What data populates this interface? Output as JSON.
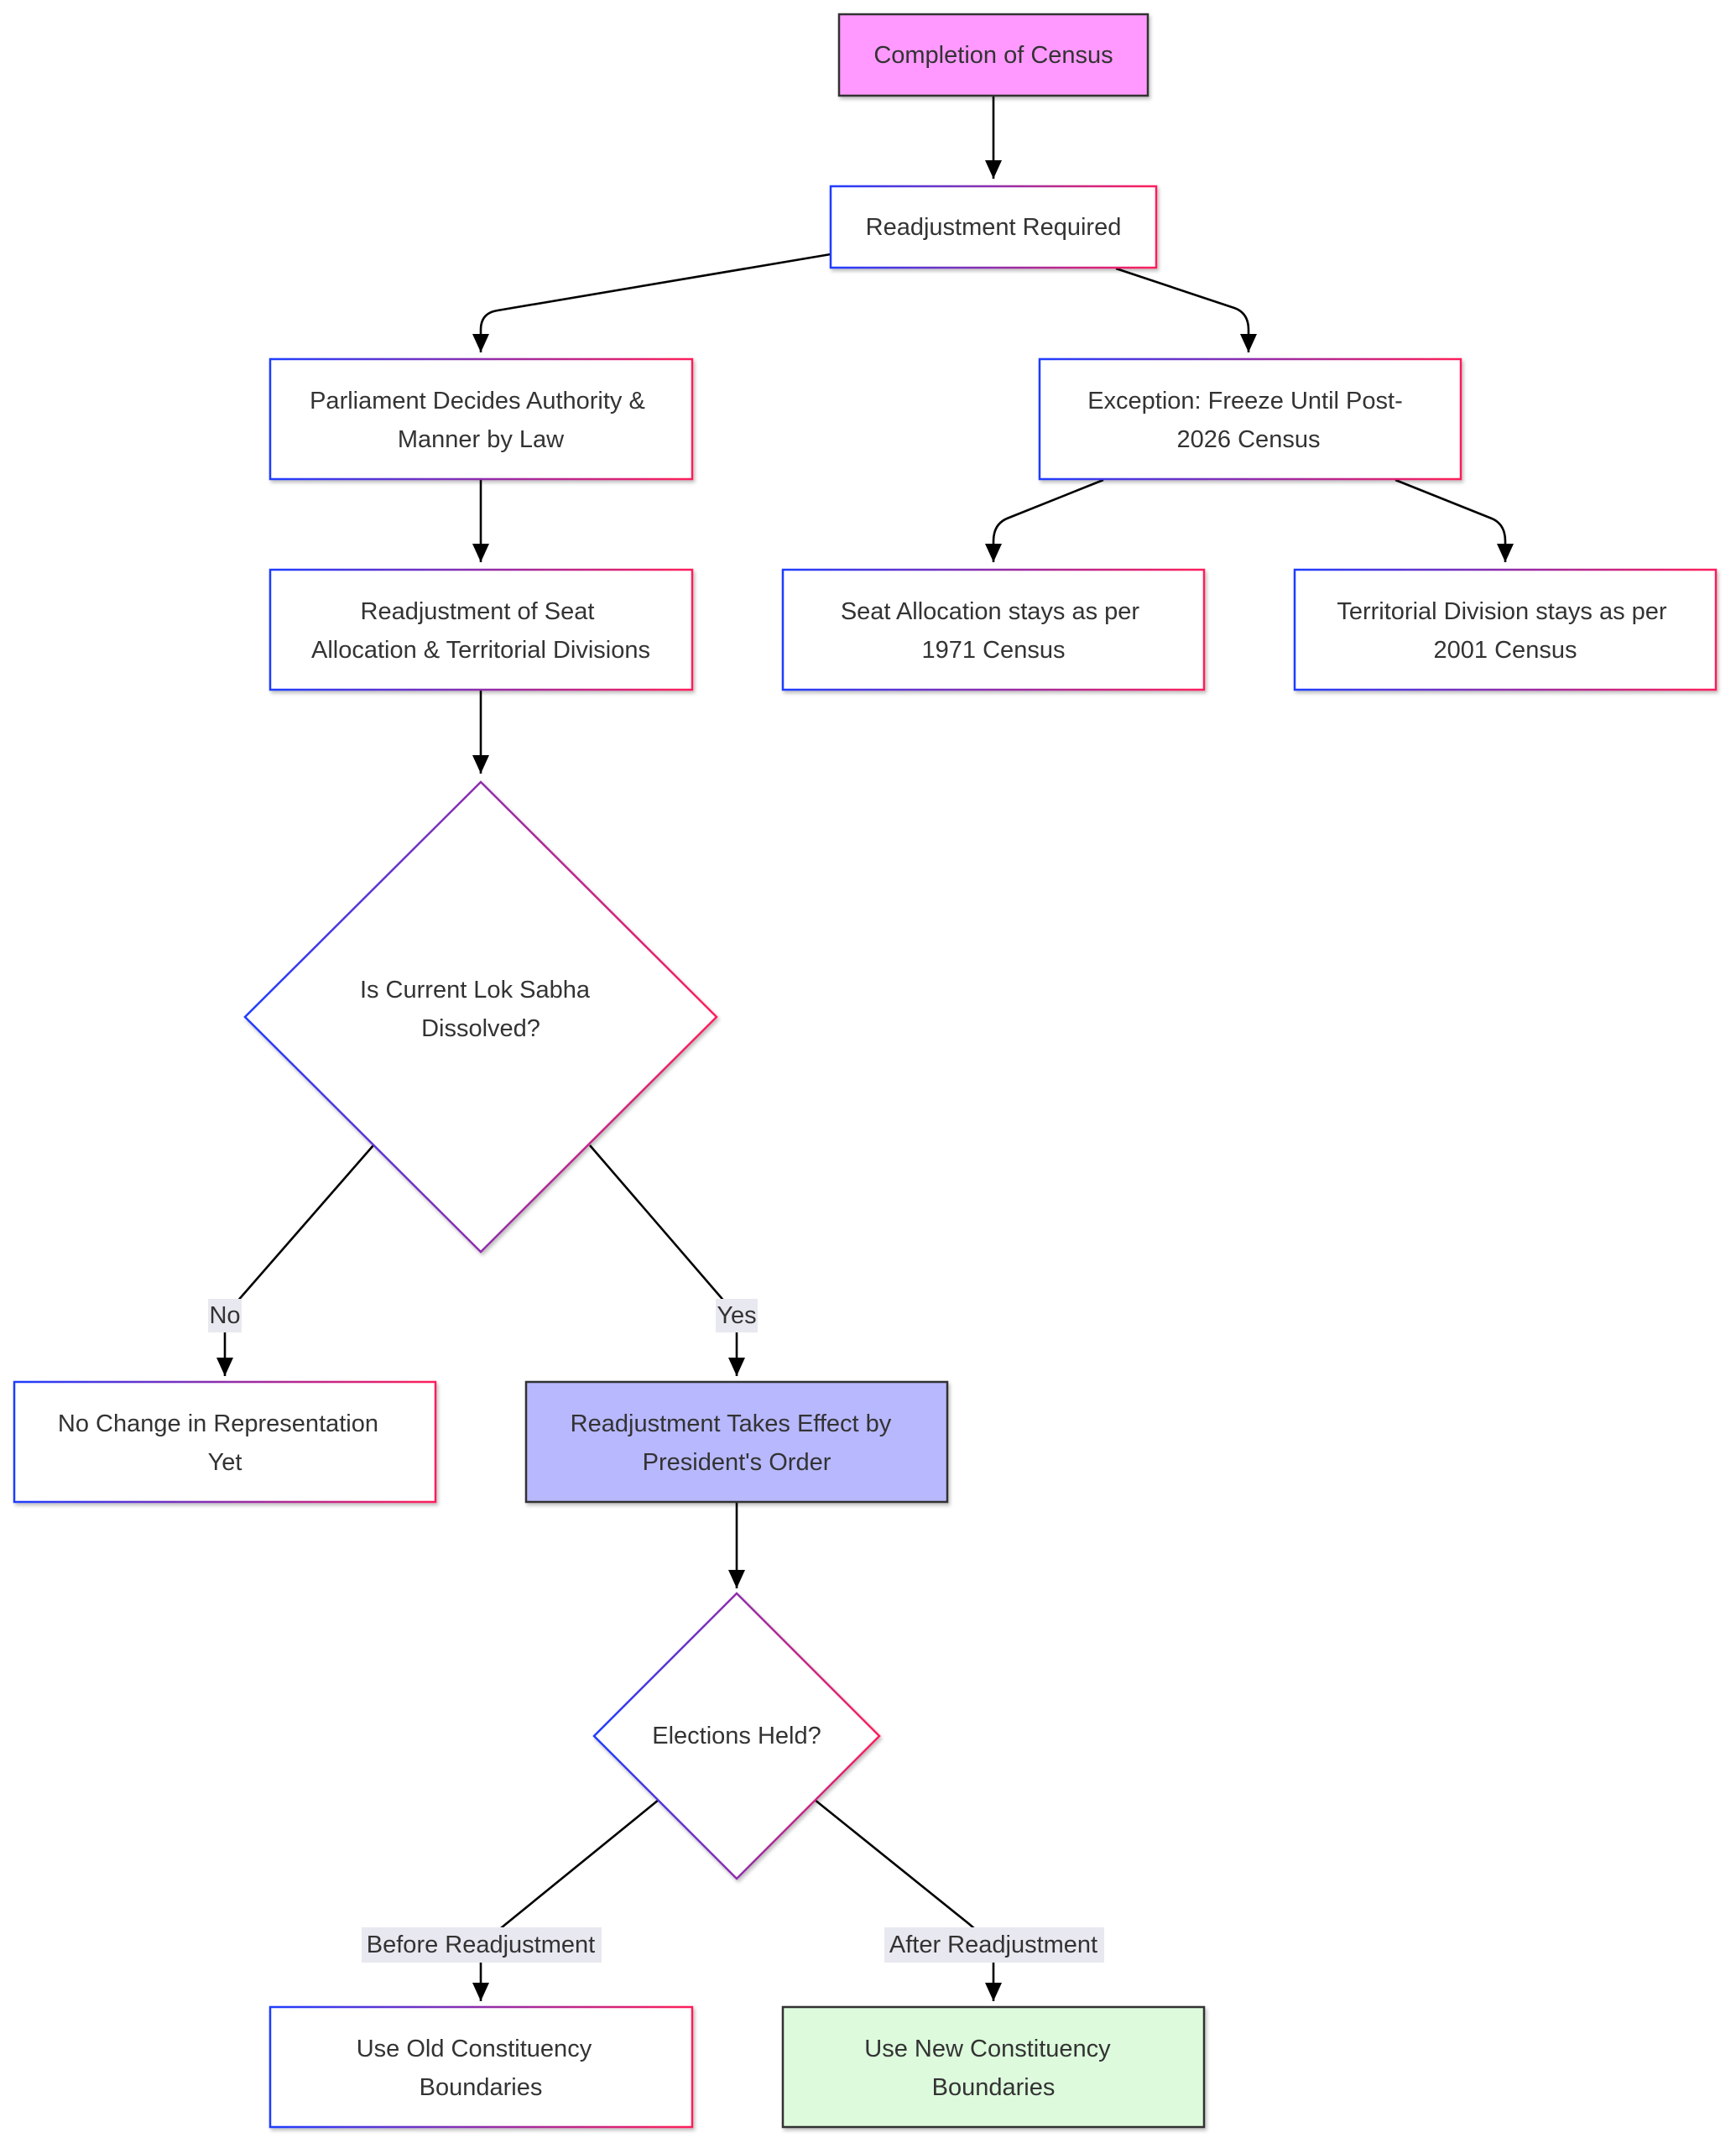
{
  "diagram": {
    "type": "flowchart",
    "nodes": {
      "census": {
        "lines": [
          "Completion of Census"
        ]
      },
      "readjust_required": {
        "lines": [
          "Readjustment Required"
        ]
      },
      "parliament": {
        "lines": [
          "Parliament Decides Authority &",
          "Manner by Law"
        ]
      },
      "exception": {
        "lines": [
          "Exception: Freeze Until Post-",
          "2026 Census"
        ]
      },
      "seat_realloc": {
        "lines": [
          "Readjustment of Seat",
          "Allocation & Territorial Divisions"
        ]
      },
      "seat_1971": {
        "lines": [
          "Seat Allocation stays as per",
          "1971 Census"
        ]
      },
      "territorial_2001": {
        "lines": [
          "Territorial Division stays as per",
          "2001 Census"
        ]
      },
      "dissolved_q": {
        "lines": [
          "Is Current Lok Sabha",
          "Dissolved?"
        ]
      },
      "no_change": {
        "lines": [
          "No Change in Representation",
          "Yet"
        ]
      },
      "takes_effect": {
        "lines": [
          "Readjustment Takes Effect by",
          "President's Order"
        ]
      },
      "elections_q": {
        "lines": [
          "Elections Held?"
        ]
      },
      "old_boundaries": {
        "lines": [
          "Use Old Constituency",
          "Boundaries"
        ]
      },
      "new_boundaries": {
        "lines": [
          "Use New Constituency",
          "Boundaries"
        ]
      }
    },
    "edge_labels": {
      "no": "No",
      "yes": "Yes",
      "before": "Before Readjustment",
      "after": "After Readjustment"
    },
    "colors": {
      "census_fill": "#ff99ff",
      "takes_effect_fill": "#b8b8ff",
      "new_boundaries_fill": "#ddfadd",
      "gradient_start": "#1f3dff",
      "gradient_end": "#ff1f5a",
      "dark_stroke": "#333333",
      "text": "#333333",
      "edge_label_bg": "#e8e8f0"
    }
  }
}
